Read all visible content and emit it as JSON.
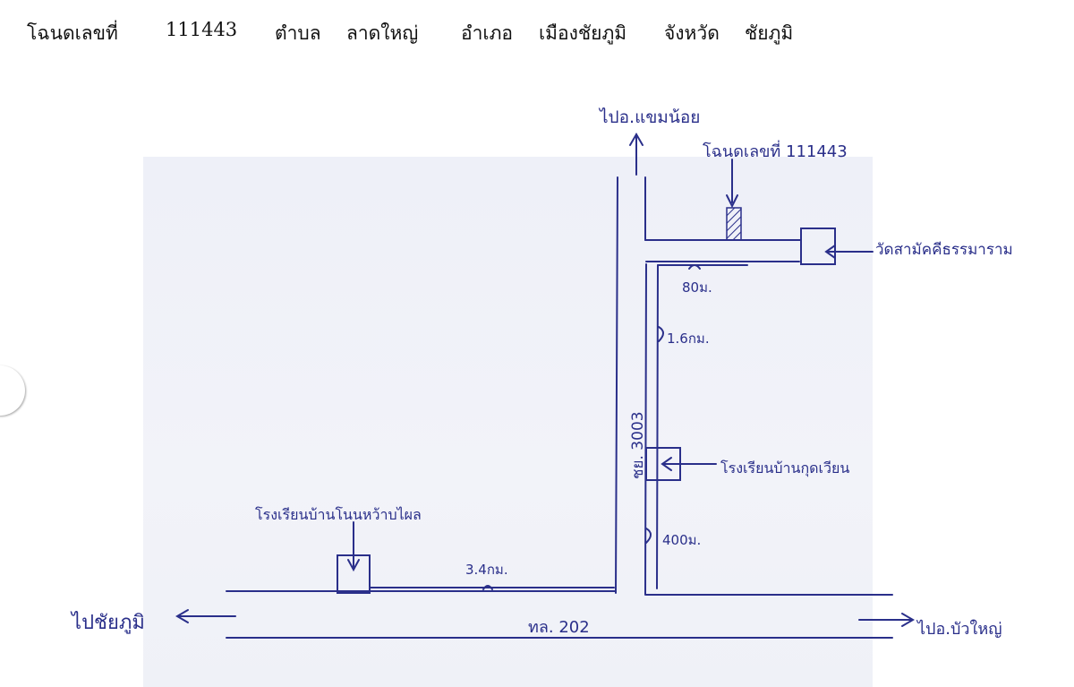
{
  "header": {
    "deed_label": "โฉนดเลขที่",
    "deed_number": "111443",
    "subdistrict_label": "ตำบล",
    "subdistrict": "ลาดใหญ่",
    "district_label": "อำเภอ",
    "district": "เมืองชัยภูมิ",
    "province_label": "จังหวัด",
    "province": "ชัยภูมิ"
  },
  "map": {
    "to_north": "ไปอ.แขมน้อย",
    "deed_marker": "โฉนดเลขที่ 111443",
    "temple": "วัดสามัคคีธรรมาราม",
    "dist_80m": "80ม.",
    "dist_1_6km": "1.6กม.",
    "road_label": "ชย. 3003",
    "school_kut": "โรงเรียนบ้านกุดเวียน",
    "dist_400m": "400ม.",
    "school_nonsaard": "โรงเรียนบ้านโนนหว้าบไผล",
    "dist_3_4km": "3.4กม.",
    "to_west": "ไปชัยภูมิ",
    "highway": "ทล. 202",
    "to_east": "ไปอ.บัวใหญ่",
    "ink_color": "#2a2f8a"
  }
}
